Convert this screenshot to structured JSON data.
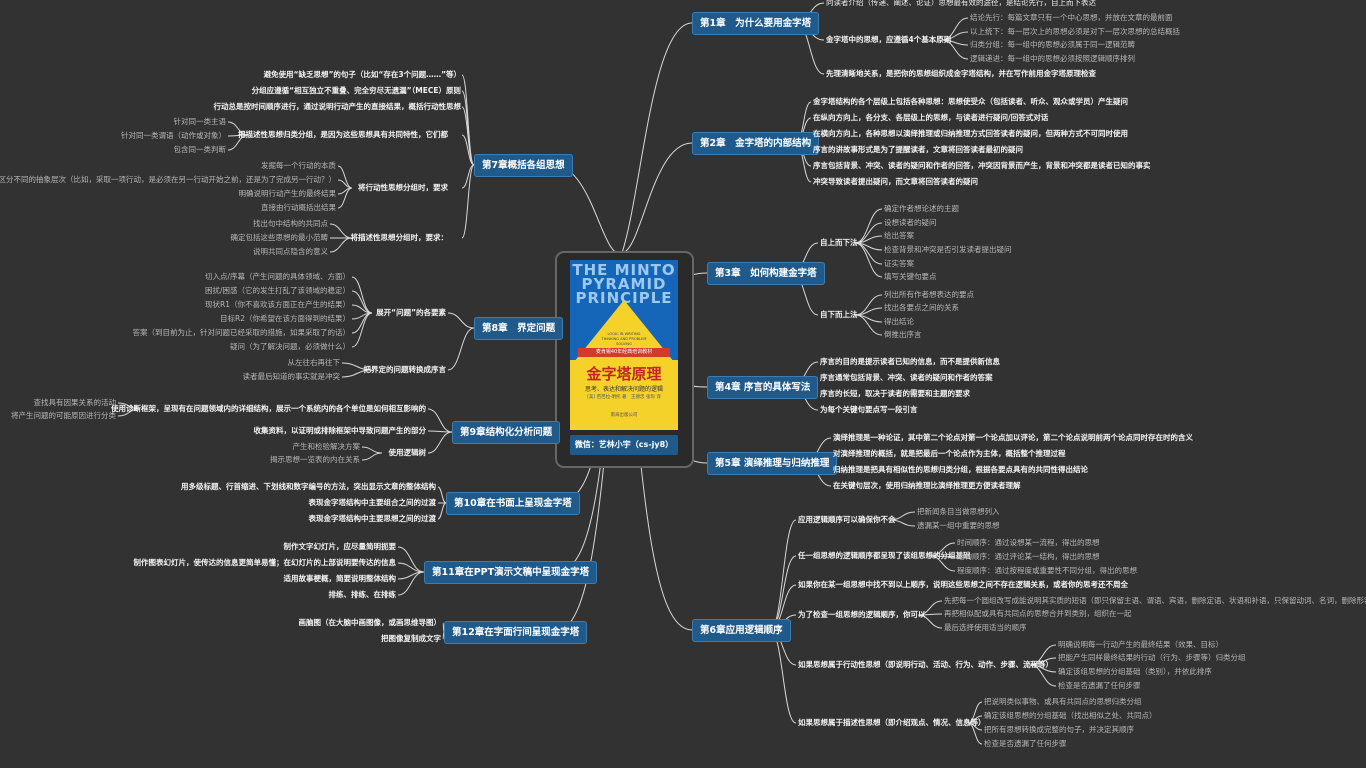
{
  "book": {
    "title_en": "THE MINTO PYRAMID PRINCIPLE",
    "badge": "麦肯锡40年经典培训教材",
    "title_cn": "金字塔原理",
    "subtitle": "思考、表达和解决问题的逻辑",
    "authors": "[美] 芭芭拉·明托 著　王德忠 张珣 译",
    "en_small": "LOGIC IN WRITING THINKING AND PROBLEM SOLVING",
    "publisher": "南海出版公司",
    "wechat": "微信：艺林小宇（cs-jy8）"
  },
  "colors": {
    "chapter": "#1f5a8a",
    "background": "#323232",
    "link": "#d9d9d9"
  },
  "chapters": [
    {
      "label": "第1章　为什么要用金字塔"
    },
    {
      "label": "第2章　金字塔的内部结构"
    },
    {
      "label": "第3章　如何构建金字塔"
    },
    {
      "label": "第4章 序言的具体写法"
    },
    {
      "label": "第5章 演绎推理与归纳推理"
    },
    {
      "label": "第6章应用逻辑顺序"
    },
    {
      "label": "第7章概括各组思想"
    },
    {
      "label": "第8章　界定问题"
    },
    {
      "label": "第9章结构化分析问题"
    },
    {
      "label": "第10章在书面上呈现金字塔"
    },
    {
      "label": "第11章在PPT演示文稿中呈现金字塔"
    },
    {
      "label": "第12章在字面行间呈现金字塔"
    }
  ],
  "nodes": [
    "向读者介绍（传递、阐述、论证）思想最有效的途径，是结论先行，自上而下表达",
    "金字塔中的思想，应遵循4个基本原则",
    "结论先行：每篇文章只有一个中心思想，并放在文章的最前面",
    "以上统下：每一层次上的思想必须是对下一层次思想的总结概括",
    "归类分组：每一组中的思想必须属于同一逻辑范畴",
    "逻辑递进：每一组中的思想必须按照逻辑顺序排列",
    "先理清晰地关系，是把你的思想组织成金字塔结构，并在写作前用金字塔原理检查",
    "金字塔结构的各个层级上包括各种思想：思想使受众（包括读者、听众、观众或学员）产生疑问",
    "在纵向方向上，各分支、各层级上的思想，与读者进行疑问/回答式对话",
    "在横向方向上，各种思想以演绎推理或归纳推理方式回答读者的疑问，但两种方式不可同时使用",
    "序言的讲故事形式是为了提醒读者，文章将回答读者最初的疑问",
    "序言包括背景、冲突、读者的疑问和作者的回答，冲突因背景而产生，背景和冲突都是读者已知的事实",
    "冲突导致读者提出疑问，而文章将回答读者的疑问",
    "自上而下法",
    "确定作者想论述的主题",
    "设想读者的疑问",
    "给出答案",
    "检查背景和冲突是否引发读者提出疑问",
    "证实答案",
    "填写关键句要点",
    "自下而上法",
    "列出所有作者想表达的要点",
    "找出各要点之间的关系",
    "得出结论",
    "倒推出序言",
    "序言的目的是提示读者已知的信息，而不是提供新信息",
    "序言通常包括背景、冲突、读者的疑问和作者的答案",
    "序言的长短，取决于读者的需要和主题的要求",
    "为每个关键句要点写一段引言",
    "演绎推理是一种论证，其中第二个论点对第一个论点加以评论，第二个论点说明前两个论点同时存在时的含义",
    "对演绎推理的概括，就是把最后一个论点作为主体，概括整个推理过程",
    "归纳推理是把具有相似性的思想归类分组，根据各要点具有的共同性得出结论",
    "在关键句层次，使用归纳推理比演绎推理更方便读者理解",
    "应用逻辑顺序可以确保你不会",
    "把新闻条目当做思想列入",
    "遗漏某一组中重要的思想",
    "任一组思想的逻辑顺序都呈现了该组思想的分组基础",
    "时间顺序：通过设想某一流程，得出的思想",
    "结构顺序：通过评论某一结构，得出的思想",
    "程度顺序：通过按程度或重要性不同分组，得出的思想",
    "如果你在某一组思想中找不到以上顺序，说明这些思想之间不存在逻辑关系，或者你的思考还不周全",
    "为了检查一组思想的逻辑顺序，你可以",
    "先把每一个圆组改写成能说明其实质的短语（即只保留主语、谓语、宾语，删除定语、状语和补语，只保留动词、名词，删除形容词、副词",
    "再把相似配或具有共同点的思想合并到类别，组织在一起",
    "最后选择使用适当的顺序",
    "如果思想属于行动性思想（即说明行动、活动、行为、动作、步骤、流程等）",
    "明确说明每一行动产生的最终结果（效果、目标）",
    "把能产生同样最终结果的行动（行为、步骤等）归类分组",
    "确定该组思想的分组基础（类别），并依此排序",
    "检查是否遗漏了任何步骤",
    "如果思想属于描述性思想（即介绍观点、情况、信息等）",
    "把说明类似事物、或具有共同点的思想归类分组",
    "确定该组思想的分组基础（找出相似之处、共同点）",
    "把所有思想转换成完整的句子，并决定其顺序",
    "检查是否遗漏了任何步骤",
    "避免使用“缺乏思想”的句子（比如“存在3个问题……”等）",
    "分组应遵循“相互独立不重叠、完全穷尽无遗漏”（MECE）原则",
    "行动总是按时间顺序进行，通过说明行动产生的直接结果，概括行动性思想",
    "把描述性思想归类分组，是因为这些思想具有共同特性，它们都",
    "针对同一类主语",
    "针对同一类谓语（动作或对象）",
    "包含同一类判断",
    "将行动性思想分组时，要求",
    "发掘每一个行动的本质",
    "区分不同的抽象层次（比如，采取一项行动，是必须在另一行动开始之前，还是为了完成另一行动？）",
    "明确说明行动产生的最终结果",
    "直接由行动概括出结果",
    "将描述性思想分组时，要求：",
    "找出句中结构的共同点",
    "确定包括这些思想的最小范畴",
    "说明共同点隐含的意义",
    "展开“问题”的各要素",
    "切入点/序幕（产生问题的具体领域、方面）",
    "困扰/困惑（它的发生打乱了该领域的稳定）",
    "现状R1（你不喜欢该方面正在产生的结果）",
    "目标R2（你希望在该方面得到的结果）",
    "答案（到目前为止，针对问题已经采取的措施，如果采取了的话）",
    "疑问（为了解决问题，必须做什么）",
    "把界定的问题转换成序言",
    "从左往右再往下",
    "读者最后知道的事实就是冲突",
    "使用诊断框架，呈现有在问题领域内的详细结构，展示一个系统内的各个单位是如何相互影响的",
    "查找具有因果关系的活动",
    "将产生问题的可能原因进行分类",
    "收集资料，以证明或排除框架中导致问题产生的部分",
    "使用逻辑树",
    "产生和检验解决方案",
    "揭示思想一览表的内在关系",
    "用多级标题、行首缩进、下划线和数字编号的方法，突出显示文章的整体结构",
    "表现金字塔结构中主要组合之间的过渡",
    "表现金字塔结构中主要思想之间的过渡",
    "制作文字幻灯片，应尽量简明扼要",
    "制作图表幻灯片，使传达的信息更简单易懂；在幻灯片的上部说明要传达的信息",
    "适用故事梗概，简要说明整体结构",
    "排练、排练、在排练",
    "画脑图（在大脑中画图像，或画思维导图）",
    "把图像复制成文字"
  ]
}
